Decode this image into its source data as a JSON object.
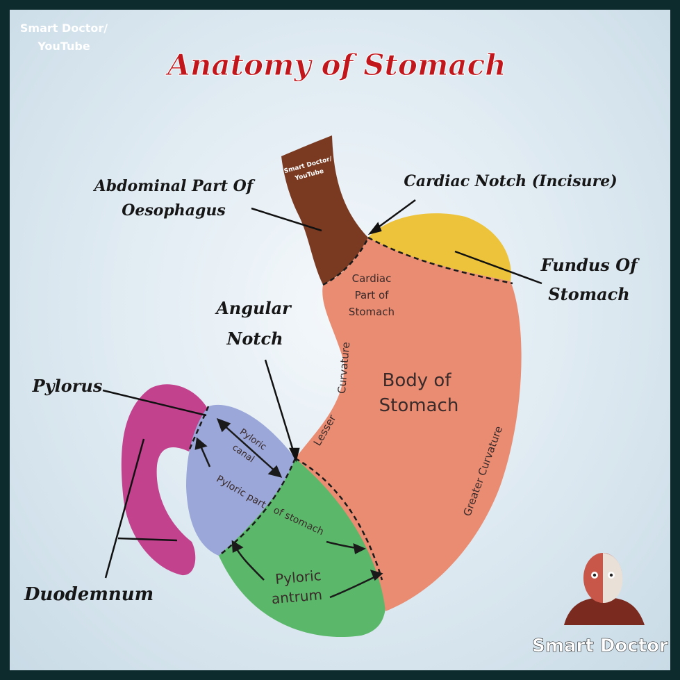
{
  "title": "Anatomy of Stomach",
  "watermark": {
    "line1": "Smart Doctor/",
    "line2": "YouTube"
  },
  "oesophagus_watermark": {
    "line1": "Smart Doctor/",
    "line2": "YouTube"
  },
  "labels": {
    "abdominal_oesophagus": [
      "Abdominal Part Of",
      "Oesophagus"
    ],
    "cardiac_notch": "Cardiac Notch (Incisure)",
    "fundus": [
      "Fundus Of",
      "Stomach"
    ],
    "angular_notch": [
      "Angular",
      "Notch"
    ],
    "pylorus": "Pylorus",
    "duodenum": "Duodemnum"
  },
  "inner_labels": {
    "cardiac_part": [
      "Cardiac",
      "Part of",
      "Stomach"
    ],
    "body": [
      "Body of",
      "Stomach"
    ],
    "lesser_curvature": [
      "Lesser",
      "Curvature"
    ],
    "greater_curvature": "Greater Curvature",
    "pyloric_canal": [
      "Pyloric",
      "canal"
    ],
    "pyloric_part": "Pyloric part",
    "of_stomach": "of stomach",
    "pyloric_antrum": [
      "Pyloric",
      "antrum"
    ]
  },
  "brand": "Smart Doctor",
  "colors": {
    "title": "#c0161c",
    "oesophagus": "#7a3a22",
    "fundus": "#ecc33a",
    "body": "#e98c72",
    "pyloric_canal": "#9aa7d8",
    "antrum": "#5bb86a",
    "duodenum": "#c2428e"
  }
}
